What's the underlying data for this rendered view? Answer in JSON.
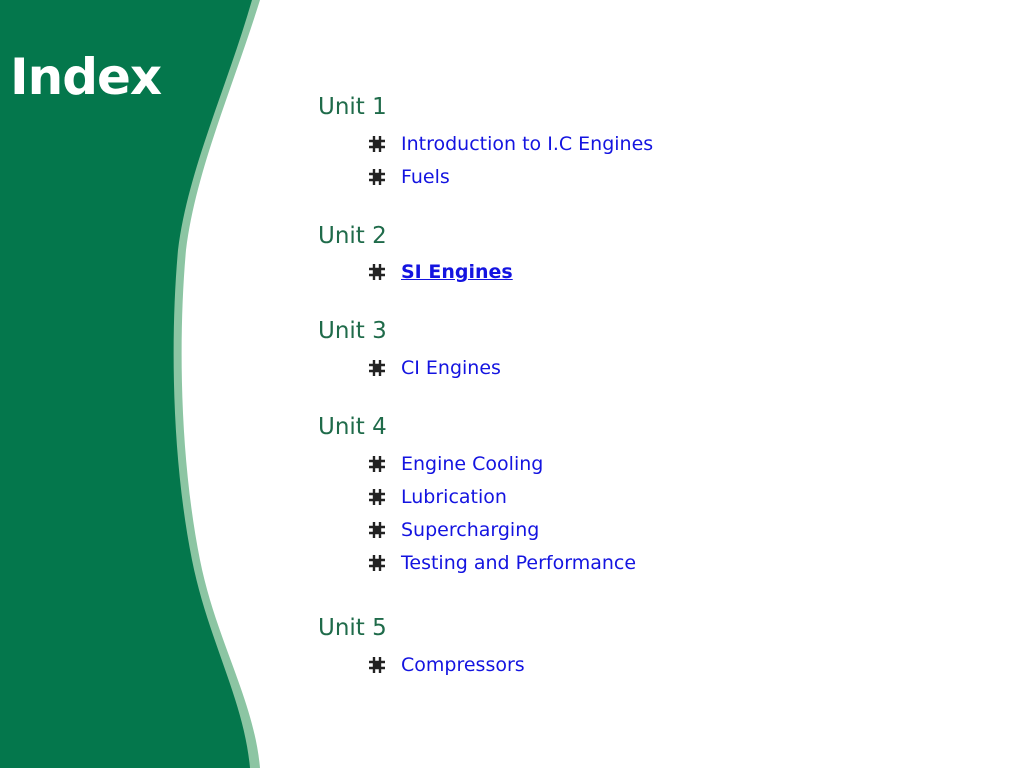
{
  "title": "Index",
  "colors": {
    "panel": "#04774c",
    "panel_edge": "#8cc5a3",
    "heading": "#1f6b4a",
    "link": "#1414e0"
  },
  "units": [
    {
      "label": "Unit 1",
      "topics": [
        {
          "label": "Introduction to I.C Engines",
          "icon": "hash-bullet-icon"
        },
        {
          "label": "Fuels",
          "icon": "hash-bullet-icon"
        }
      ]
    },
    {
      "label": "Unit 2",
      "topics": [
        {
          "label": "SI Engines",
          "icon": "hash-bullet-icon",
          "active": true
        }
      ]
    },
    {
      "label": "Unit 3",
      "topics": [
        {
          "label": "CI Engines",
          "icon": "hash-bullet-icon"
        }
      ]
    },
    {
      "label": "Unit 4",
      "topics": [
        {
          "label": "Engine Cooling",
          "icon": "hash-bullet-icon"
        },
        {
          "label": "Lubrication",
          "icon": "hash-bullet-icon"
        },
        {
          "label": "Supercharging",
          "icon": "hash-bullet-icon"
        },
        {
          "label": "Testing and Performance",
          "icon": "hash-bullet-icon"
        }
      ]
    },
    {
      "label": "Unit 5",
      "topics": [
        {
          "label": "Compressors",
          "icon": "hash-bullet-icon"
        }
      ]
    }
  ]
}
